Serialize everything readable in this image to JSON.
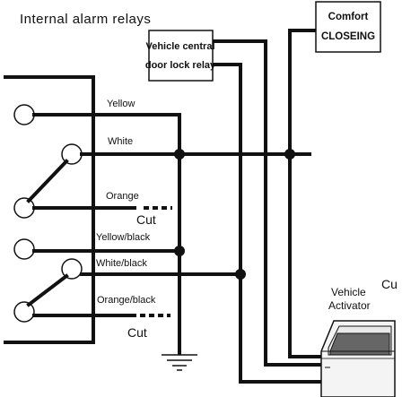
{
  "title": "Internal alarm relays",
  "boxes": {
    "door_lock_relay": [
      "Vehicle central",
      "door lock relay"
    ],
    "comfort": [
      "Comfort",
      "CLOSEING"
    ]
  },
  "wires": {
    "yellow": "Yellow",
    "white": "White",
    "orange": "Orange",
    "yellow_black": "Yellow/black",
    "white_black": "White/black",
    "orange_black": "Orange/black"
  },
  "cut_labels": [
    "Cut",
    "Cut"
  ],
  "cut_partial": "Cu",
  "activator": [
    "Vehicle",
    "Activator"
  ]
}
